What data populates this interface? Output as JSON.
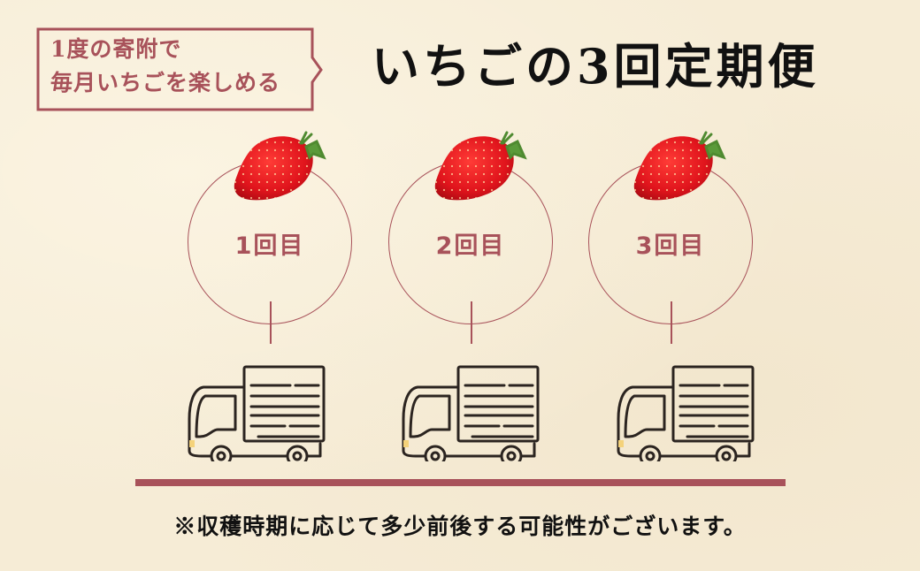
{
  "callout": {
    "line1": "1度の寄附で",
    "line2": "毎月いちごを楽しめる"
  },
  "title": "いちごの3回定期便",
  "deliveries": [
    {
      "label": "1回目",
      "icon": "strawberry-icon",
      "vehicle": "truck-icon"
    },
    {
      "label": "2回目",
      "icon": "strawberry-icon",
      "vehicle": "truck-icon"
    },
    {
      "label": "3回目",
      "icon": "strawberry-icon",
      "vehicle": "truck-icon"
    }
  ],
  "note": "※収穫時期に応じて多少前後する可能性がございます。",
  "colors": {
    "accent": "#a8525a",
    "background": "#f6ecd6",
    "text": "#111111",
    "strawberry": "#e0141c",
    "leaf": "#5a9a3a"
  }
}
